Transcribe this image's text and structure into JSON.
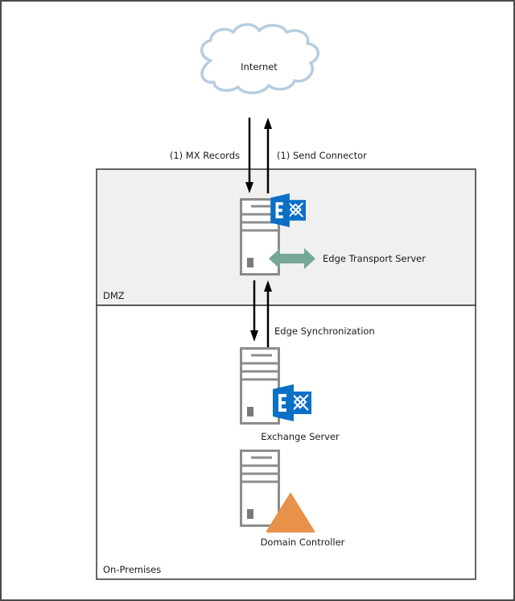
{
  "nodes": {
    "internet": {
      "label": "Internet"
    },
    "edge": {
      "label": "Edge Transport Server"
    },
    "exchange": {
      "label": "Exchange Server"
    },
    "dc": {
      "label": "Domain Controller"
    }
  },
  "zones": {
    "dmz": {
      "label": "DMZ",
      "fill": "#f0f0f0"
    },
    "onprem": {
      "label": "On-Premises",
      "fill": "#ffffff"
    }
  },
  "connections": {
    "mx": {
      "label": "(1) MX Records",
      "direction": "internet-to-edge"
    },
    "send": {
      "label": "(1) Send Connector",
      "direction": "edge-to-internet"
    },
    "sync": {
      "label": "Edge Synchronization",
      "direction": "bidirectional-edge-exchange"
    }
  },
  "colors": {
    "exchange_blue": "#0b6fc6",
    "sync_green": "#75a895",
    "dc_orange": "#e8914a",
    "server_gray": "#8c8c8c",
    "cloud_stroke": "#b7cde0"
  }
}
